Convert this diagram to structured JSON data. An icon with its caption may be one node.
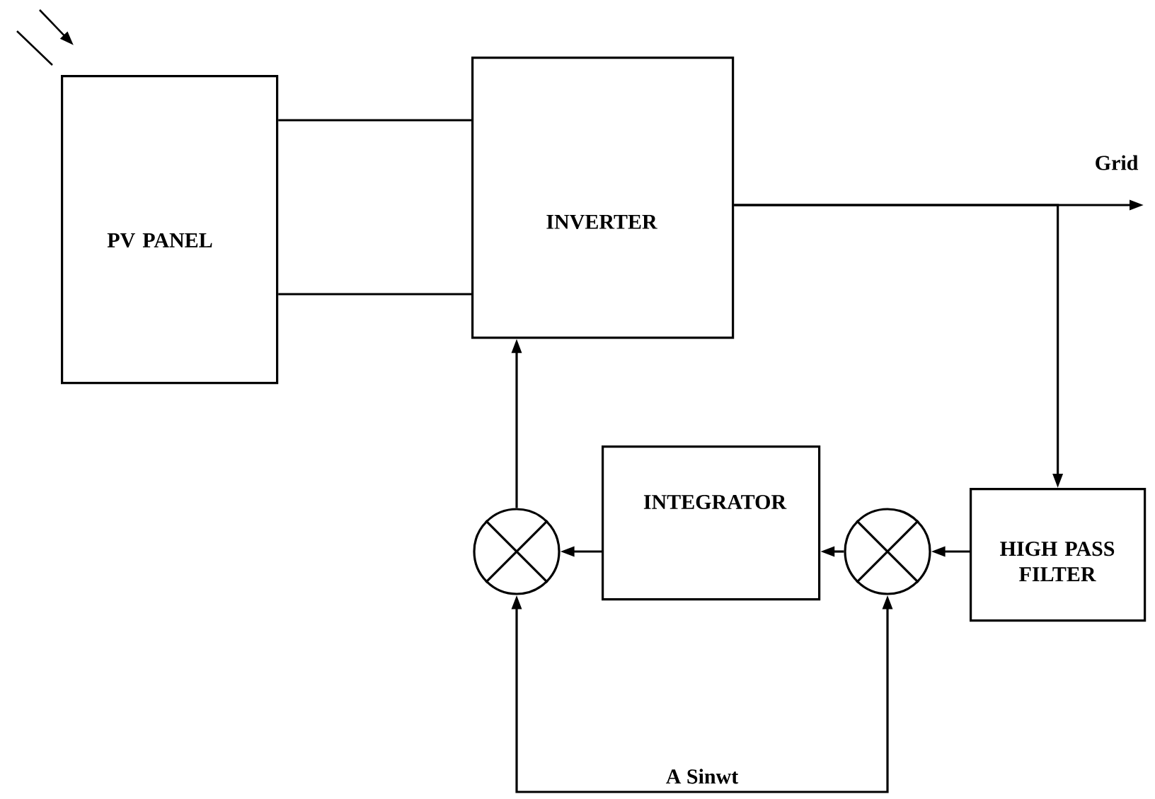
{
  "diagram": {
    "nodes": [
      {
        "text": [
          "PV PANEL"
        ]
      },
      {
        "text": [
          "INVERTER"
        ]
      },
      {
        "text": [
          "Grid"
        ]
      },
      {
        "text": [
          "INTEGRATOR"
        ]
      },
      {
        "text": [
          "HIGH PASS FILTER"
        ]
      },
      {
        "text": [],
        "shape": "circle"
      },
      {
        "text": [],
        "shape": "circle"
      }
    ],
    "edges": [
      {
        "from": 0,
        "to": 1,
        "arrow": "none"
      },
      {
        "from": 0,
        "to": 1,
        "arrow": "none"
      },
      {
        "from": 1,
        "to": 2,
        "arrow": "to"
      },
      {
        "from": 1,
        "to": 4,
        "arrow": "to"
      },
      {
        "from": 4,
        "to": 6,
        "arrow": "to"
      },
      {
        "from": 6,
        "to": 3,
        "arrow": "to"
      },
      {
        "from": 3,
        "to": 5,
        "arrow": "to"
      },
      {
        "from": 5,
        "to": 1,
        "arrow": "to"
      },
      {
        "from": 5,
        "to": 6,
        "arrow": "both",
        "label": "A Sinwt"
      }
    ]
  }
}
